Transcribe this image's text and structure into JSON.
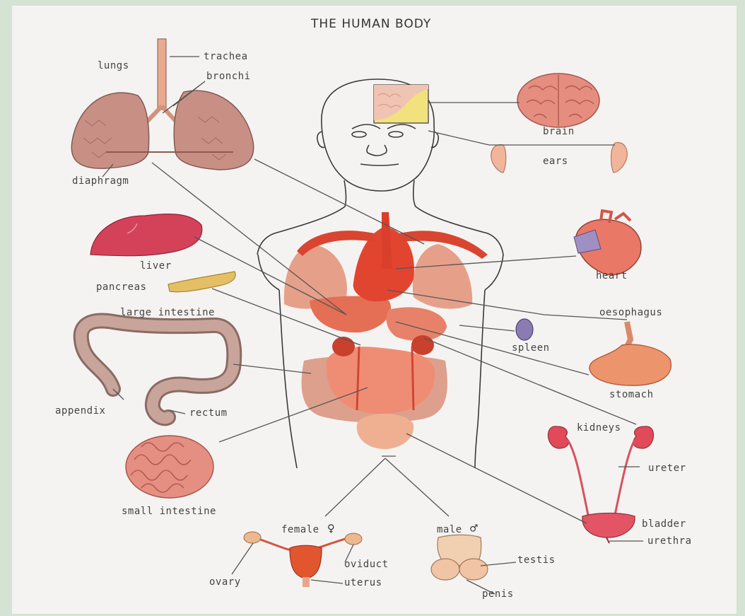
{
  "title": "THE HUMAN BODY",
  "labels": {
    "lungs": "lungs",
    "trachea": "trachea",
    "bronchi": "bronchi",
    "diaphragm": "diaphragm",
    "brain": "brain",
    "ears": "ears",
    "liver": "liver",
    "pancreas": "pancreas",
    "large_intestine": "large intestine",
    "heart": "heart",
    "oesophagus": "oesophagus",
    "spleen": "spleen",
    "stomach": "stomach",
    "appendix": "appendix",
    "rectum": "rectum",
    "kidneys": "kidneys",
    "ureter": "ureter",
    "small_intestine": "small intestine",
    "bladder": "bladder",
    "urethra": "urethra",
    "female": "female",
    "male": "male",
    "oviduct": "oviduct",
    "ovary": "ovary",
    "uterus": "uterus",
    "testis": "testis",
    "penis": "penis"
  },
  "colors": {
    "background": "#d4e3d3",
    "panel": "#f4f3f1",
    "organ_red": "#e0503c",
    "organ_salmon": "#e9957c",
    "organ_dark": "#c67a6a",
    "line": "#555555"
  }
}
